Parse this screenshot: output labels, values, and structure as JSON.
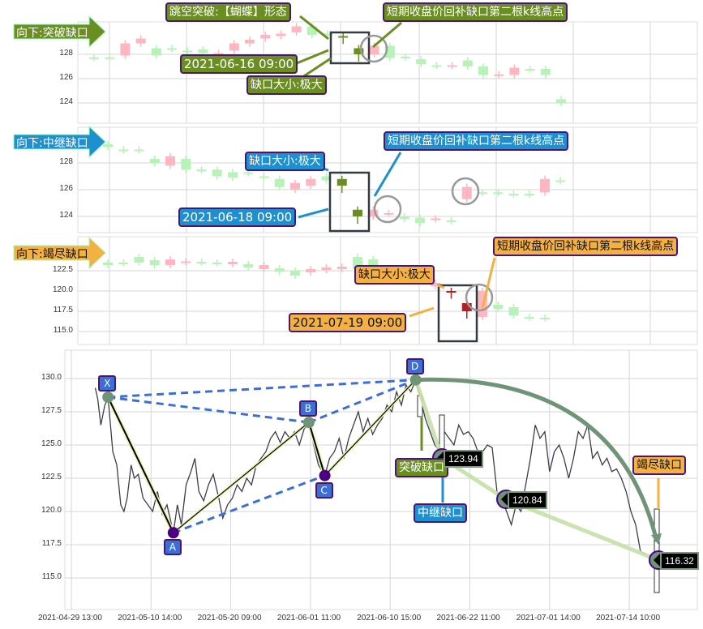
{
  "colors": {
    "up": "#ffb6c1",
    "down": "#b7f2b7",
    "gap_green": "#6b8e23",
    "gap_red": "#b22222",
    "blue": "#1e90d0",
    "orange": "#f5b042",
    "line": "#3c3c4a",
    "dash": "#3b6fd8"
  },
  "panels": [
    {
      "title": "向下:突破缺口",
      "style": "g",
      "yticks": [
        128,
        126,
        124
      ],
      "date": "2021-06-16 09:00",
      "gap_size": "缺口大小:极大",
      "pattern": "跳空突破:【蝴蝶】形态",
      "fill": "短期收盘价回补缺口第二根k线高点",
      "candles": [
        [
          127.75,
          127.7
        ],
        [
          127.75,
          127.7
        ],
        [
          127.9,
          128.9
        ],
        [
          128.9,
          129.3
        ],
        [
          128.5,
          127.9
        ],
        [
          128.5,
          128.45
        ],
        [
          128.3,
          128.25
        ],
        [
          128.4,
          128.1
        ],
        [
          127.9,
          128.1
        ],
        [
          128.3,
          128.9
        ],
        [
          128.9,
          129.2
        ],
        [
          129.3,
          129.6
        ],
        [
          129.5,
          129.7
        ],
        [
          129.8,
          130.3
        ],
        [
          130.3,
          129.6
        ],
        [
          129.7,
          129.65
        ],
        [
          129.5,
          129.45
        ],
        [
          128.5,
          128.0
        ],
        [
          128.0,
          128.7
        ],
        [
          128.7,
          127.7
        ],
        [
          127.8,
          127.75
        ],
        [
          127.6,
          127.2
        ],
        [
          127.1,
          127.05
        ],
        [
          127.05,
          127.1
        ],
        [
          127.5,
          127.0
        ],
        [
          127.0,
          126.3
        ],
        [
          126.3,
          126.35
        ],
        [
          126.3,
          126.9
        ],
        [
          126.8,
          126.75
        ],
        [
          126.8,
          126.3
        ],
        [
          124.3,
          124.0
        ]
      ]
    },
    {
      "title": "向下:中继缺口",
      "style": "b",
      "yticks": [
        128,
        126,
        124
      ],
      "date": "2021-06-18 09:00",
      "gap_size": "缺口大小:极大",
      "fill": "短期收盘价回补缺口第二根k线高点",
      "candles": [
        [
          129.4,
          129.2
        ],
        [
          129.0,
          128.95
        ],
        [
          129.0,
          128.95
        ],
        [
          128.3,
          128.0
        ],
        [
          127.8,
          128.5
        ],
        [
          128.3,
          127.5
        ],
        [
          127.5,
          127.45
        ],
        [
          127.5,
          127.0
        ],
        [
          127.3,
          126.9
        ],
        [
          127.3,
          127.25
        ],
        [
          127.0,
          126.95
        ],
        [
          126.8,
          126.2
        ],
        [
          126.0,
          126.5
        ],
        [
          126.3,
          126.8
        ],
        [
          127.0,
          126.7
        ],
        [
          126.8,
          126.3
        ],
        [
          124.5,
          124.0
        ],
        [
          124.0,
          124.5
        ],
        [
          124.2,
          124.25
        ],
        [
          124.0,
          123.8
        ],
        [
          123.9,
          123.5
        ],
        [
          123.8,
          123.85
        ],
        [
          123.7,
          123.65
        ],
        [
          125.3,
          126.2
        ],
        [
          125.8,
          125.75
        ],
        [
          125.8,
          125.75
        ],
        [
          125.7,
          125.65
        ],
        [
          125.7,
          125.65
        ],
        [
          125.8,
          126.8
        ],
        [
          126.7,
          126.65
        ]
      ]
    },
    {
      "title": "向下:竭尽缺口",
      "style": "o",
      "yticks": [
        122.5,
        120.0,
        117.5,
        115.0
      ],
      "date": "2021-07-19 09:00",
      "gap_size": "缺口大小:极大",
      "fill": "短期收盘价回补缺口第二根k线高点",
      "candles": [
        [
          123.5,
          123.2
        ],
        [
          123.5,
          123.45
        ],
        [
          124.2,
          123.5
        ],
        [
          123.8,
          123.2
        ],
        [
          123.2,
          123.9
        ],
        [
          123.6,
          123.65
        ],
        [
          123.6,
          123.55
        ],
        [
          123.5,
          123.45
        ],
        [
          123.3,
          123.6
        ],
        [
          123.3,
          122.9
        ],
        [
          122.7,
          123.2
        ],
        [
          122.8,
          122.4
        ],
        [
          122.5,
          121.9
        ],
        [
          122.3,
          122.7
        ],
        [
          122.6,
          122.9
        ],
        [
          122.7,
          123.0
        ],
        [
          124.2,
          122.7
        ],
        [
          123.9,
          123.0
        ],
        [
          122.3,
          122.8
        ],
        [
          122.5,
          122.0
        ],
        [
          121.8,
          121.85
        ],
        [
          120.6,
          121.0
        ],
        [
          120.0,
          119.95
        ],
        [
          118.5,
          117.5
        ],
        [
          116.8,
          120.0
        ],
        [
          118.3,
          117.8
        ],
        [
          118.0,
          117.0
        ],
        [
          116.8,
          116.75
        ],
        [
          116.7,
          116.65
        ]
      ]
    }
  ],
  "chart_data": {
    "type": "line",
    "xticks": [
      "2021-04-29 13:00",
      "2021-05-10 14:00",
      "2021-05-20 09:00",
      "2021-06-01 11:00",
      "2021-06-10 15:00",
      "2021-06-22 11:00",
      "2021-07-01 14:00",
      "2021-07-14 10:00"
    ],
    "yticks": [
      130.0,
      127.5,
      125.0,
      122.5,
      120.0,
      117.5,
      115.0
    ],
    "series": [
      [
        0.3,
        129.3
      ],
      [
        0.33,
        128.5
      ],
      [
        0.37,
        126.5
      ],
      [
        0.42,
        128.0
      ],
      [
        0.46,
        128.6
      ],
      [
        0.52,
        124.5
      ],
      [
        0.57,
        123.5
      ],
      [
        0.62,
        120.5
      ],
      [
        0.66,
        120.0
      ],
      [
        0.7,
        121.0
      ],
      [
        0.75,
        123.5
      ],
      [
        0.79,
        122.5
      ],
      [
        0.84,
        122.8
      ],
      [
        0.9,
        121.0
      ],
      [
        0.96,
        120.5
      ],
      [
        1.02,
        120.0
      ],
      [
        1.08,
        121.5
      ],
      [
        1.14,
        119.8
      ],
      [
        1.2,
        120.5
      ],
      [
        1.28,
        118.4
      ],
      [
        1.33,
        120.5
      ],
      [
        1.38,
        119.0
      ],
      [
        1.44,
        122.0
      ],
      [
        1.5,
        123.0
      ],
      [
        1.55,
        124.0
      ],
      [
        1.6,
        121.5
      ],
      [
        1.66,
        120.8
      ],
      [
        1.72,
        122.0
      ],
      [
        1.78,
        122.8
      ],
      [
        1.85,
        121.0
      ],
      [
        1.9,
        119.5
      ],
      [
        1.96,
        120.5
      ],
      [
        2.02,
        121.0
      ],
      [
        2.08,
        122.0
      ],
      [
        2.14,
        121.5
      ],
      [
        2.2,
        122.5
      ],
      [
        2.26,
        122.0
      ],
      [
        2.32,
        123.5
      ],
      [
        2.38,
        124.0
      ],
      [
        2.44,
        124.5
      ],
      [
        2.5,
        125.5
      ],
      [
        2.56,
        126.0
      ],
      [
        2.62,
        125.2
      ],
      [
        2.68,
        126.0
      ],
      [
        2.74,
        125.5
      ],
      [
        2.8,
        126.0
      ],
      [
        2.86,
        125.0
      ],
      [
        2.92,
        126.2
      ],
      [
        2.98,
        126.7
      ],
      [
        3.04,
        125.0
      ],
      [
        3.1,
        123.5
      ],
      [
        3.18,
        122.7
      ],
      [
        3.24,
        124.0
      ],
      [
        3.3,
        124.5
      ],
      [
        3.36,
        125.5
      ],
      [
        3.42,
        124.0
      ],
      [
        3.48,
        125.5
      ],
      [
        3.54,
        126.5
      ],
      [
        3.6,
        127.5
      ],
      [
        3.66,
        126.0
      ],
      [
        3.72,
        127.0
      ],
      [
        3.78,
        125.8
      ],
      [
        3.84,
        126.5
      ],
      [
        3.9,
        127.0
      ],
      [
        3.96,
        128.0
      ],
      [
        4.02,
        127.5
      ],
      [
        4.08,
        129.0
      ],
      [
        4.14,
        128.0
      ],
      [
        4.2,
        129.5
      ],
      [
        4.26,
        129.0
      ],
      [
        4.32,
        129.9
      ],
      [
        4.38,
        128.5
      ],
      [
        4.44,
        127.0
      ],
      [
        4.5,
        126.0
      ],
      [
        4.56,
        125.0
      ],
      [
        4.62,
        124.5
      ],
      [
        4.68,
        126.0
      ],
      [
        4.74,
        125.5
      ],
      [
        4.8,
        125.0
      ],
      [
        4.86,
        126.5
      ],
      [
        4.92,
        125.8
      ],
      [
        4.98,
        126.0
      ],
      [
        5.04,
        125.5
      ],
      [
        5.1,
        124.5
      ],
      [
        5.16,
        124.5
      ],
      [
        5.22,
        125.0
      ],
      [
        5.28,
        124.8
      ],
      [
        5.34,
        121.5
      ],
      [
        5.4,
        121.0
      ],
      [
        5.46,
        120.0
      ],
      [
        5.52,
        119.0
      ],
      [
        5.58,
        120.5
      ],
      [
        5.64,
        120.0
      ],
      [
        5.7,
        122.0
      ],
      [
        5.76,
        124.0
      ],
      [
        5.82,
        126.5
      ],
      [
        5.88,
        125.5
      ],
      [
        5.94,
        126.0
      ],
      [
        6.0,
        123.0
      ],
      [
        6.06,
        124.5
      ],
      [
        6.12,
        125.0
      ],
      [
        6.18,
        124.0
      ],
      [
        6.24,
        122.5
      ],
      [
        6.3,
        124.0
      ],
      [
        6.36,
        126.0
      ],
      [
        6.42,
        125.5
      ],
      [
        6.48,
        126.5
      ],
      [
        6.54,
        124.0
      ],
      [
        6.6,
        124.5
      ],
      [
        6.66,
        123.5
      ],
      [
        6.72,
        124.0
      ],
      [
        6.78,
        123.0
      ],
      [
        6.84,
        123.2
      ],
      [
        6.9,
        122.5
      ],
      [
        6.96,
        121.5
      ],
      [
        7.02,
        120.0
      ],
      [
        7.08,
        119.0
      ],
      [
        7.14,
        117.0
      ],
      [
        7.2,
        116.8
      ]
    ],
    "points": [
      {
        "label": "X",
        "t": 0.46,
        "p": 128.6
      },
      {
        "label": "A",
        "t": 1.28,
        "p": 118.4
      },
      {
        "label": "B",
        "t": 2.98,
        "p": 126.7
      },
      {
        "label": "C",
        "t": 3.18,
        "p": 122.7
      },
      {
        "label": "D",
        "t": 4.32,
        "p": 129.9
      }
    ],
    "gaps": [
      {
        "label": "突破缺口",
        "value": "123.94",
        "t": 4.62,
        "p": 123.94,
        "style": "g"
      },
      {
        "label": "中继缺口",
        "value": "120.84",
        "t": 5.42,
        "p": 120.84,
        "style": "b"
      },
      {
        "label": "竭尽缺口",
        "value": "116.32",
        "t": 7.35,
        "p": 116.32,
        "style": "o"
      }
    ]
  }
}
